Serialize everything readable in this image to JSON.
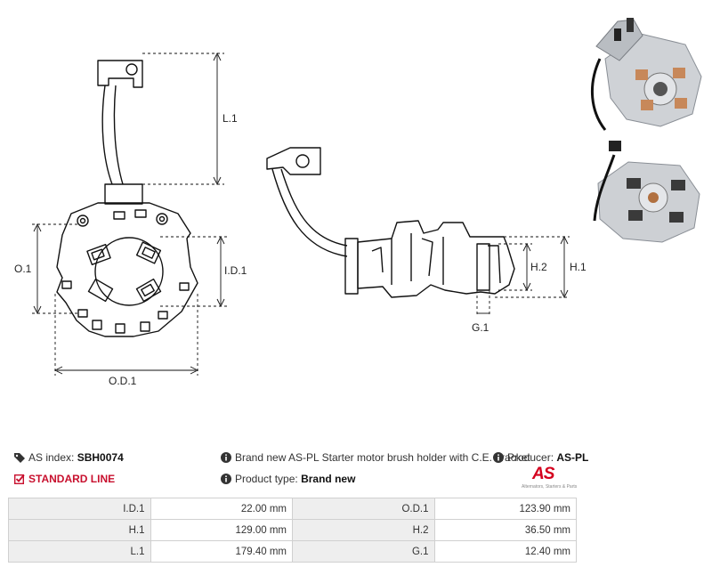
{
  "drawing": {
    "labels": {
      "l1": "L.1",
      "o1": "O.1",
      "id1": "I.D.1",
      "od1": "O.D.1",
      "h1": "H.1",
      "h2": "H.2",
      "g1": "G.1"
    }
  },
  "info": {
    "as_index_label": "AS index:",
    "as_index_value": "SBH0074",
    "description": "Brand new AS-PL Starter motor brush holder with C.E. bracket",
    "producer_label": "Producer:",
    "producer_value": "AS-PL",
    "line_label": "STANDARD LINE",
    "product_type_label": "Product type:",
    "product_type_value": "Brand new"
  },
  "logo": {
    "text": "AS",
    "tagline": "Alternators, Starters & Parts"
  },
  "specs": [
    {
      "k1": "I.D.1",
      "v1": "22.00 mm",
      "k2": "O.D.1",
      "v2": "123.90 mm"
    },
    {
      "k1": "H.1",
      "v1": "129.00 mm",
      "k2": "H.2",
      "v2": "36.50 mm"
    },
    {
      "k1": "L.1",
      "v1": "179.40 mm",
      "k2": "G.1",
      "v2": "12.40 mm"
    }
  ],
  "colors": {
    "accent": "#c8102e",
    "table_key_bg": "#eeeeee",
    "border": "#d0d0d0"
  }
}
